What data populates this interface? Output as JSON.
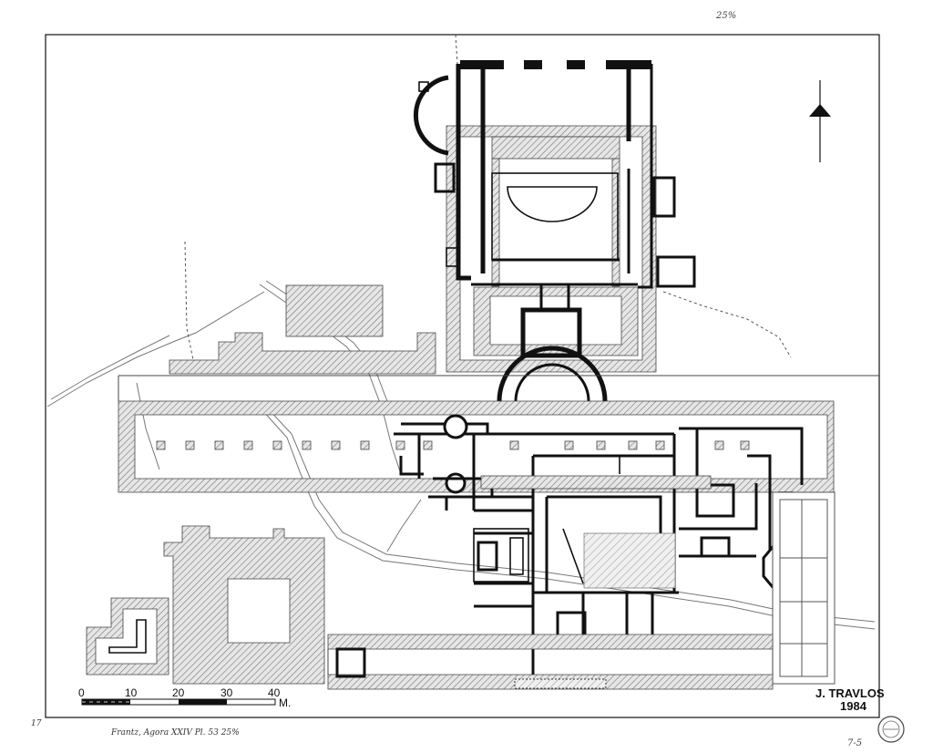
{
  "corner_note": "25%",
  "north_arrow_icon": "north-arrow-icon",
  "scale_bar": {
    "ticks": [
      "0",
      "10",
      "20",
      "30",
      "40"
    ],
    "unit": "M."
  },
  "signature": {
    "name": "J. TRAVLOS",
    "year": "1984"
  },
  "caption_handwritten": "Frantz, Agora XXIV  Pl. 53   25%",
  "corner_bottom_right": "7-5",
  "stamp_icon": "archive-stamp-icon",
  "corner_top_left_mark": "17"
}
